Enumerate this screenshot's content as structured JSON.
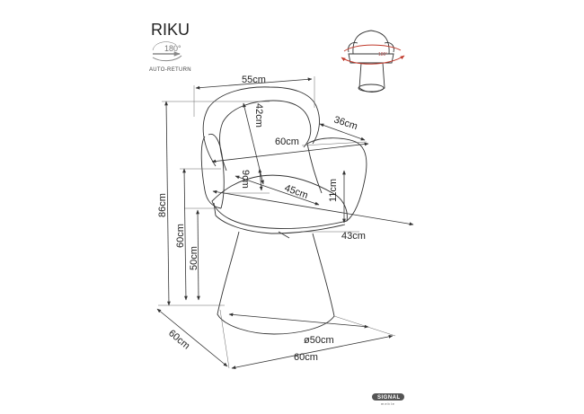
{
  "product": {
    "name": "RIKU",
    "rotation_degrees": "180°",
    "feature_label": "AUTO-RETURN",
    "inset_degrees": "180°"
  },
  "dimensions": {
    "top_width": "55cm",
    "back_height": "42cm",
    "arm_depth": "36cm",
    "inner_width": "60cm",
    "cushion_thickness": "9cm",
    "seat_depth": "45cm",
    "arm_height": "11cm",
    "seat_width": "43cm",
    "total_height": "86cm",
    "arm_floor_height": "60cm",
    "seat_floor_height": "50cm",
    "base_diameter": "ø50cm",
    "depth": "60cm",
    "width": "60cm"
  },
  "brand": {
    "name": "SIGNAL",
    "sub": "meble"
  }
}
